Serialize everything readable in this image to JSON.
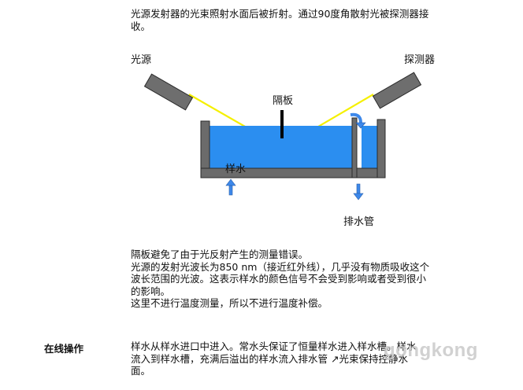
{
  "intro": {
    "line1": "光源发射器的光束照射水面后被折射。通过90度角散射光被探测器接",
    "line2": "收。"
  },
  "diagram": {
    "light_source": "光源",
    "detector": "探测器",
    "baffle": "隔板",
    "sample_water": "样水",
    "drain_pipe": "排水管",
    "colors": {
      "water": "#2b8ef0",
      "tank": "#6b6b6b",
      "beam": "#f5f000",
      "arrow": "#3d88ea",
      "device": "#6e6e6e"
    }
  },
  "notes": {
    "line1": "隔板避免了由于光反射产生的测量错误。",
    "line2": "光源的发射光波长为850 nm（接近红外线），几乎没有物质吸收这个",
    "line3": "波长范围的光波。这表示样水的颜色信号不会受到影响或者受到很小",
    "line4": "的影响。",
    "line5": "这里不进行温度测量，所以不进行温度补偿。"
  },
  "online": {
    "heading": "在线操作",
    "line1": "样水从样水进口中进入。常水头保证了恒量样水进入样水槽。样水",
    "line2": "流入到样水槽，充满后溢出的样水流入排水管 ↗光束保持控静水",
    "line3": "面。"
  },
  "watermark": "gongkong"
}
